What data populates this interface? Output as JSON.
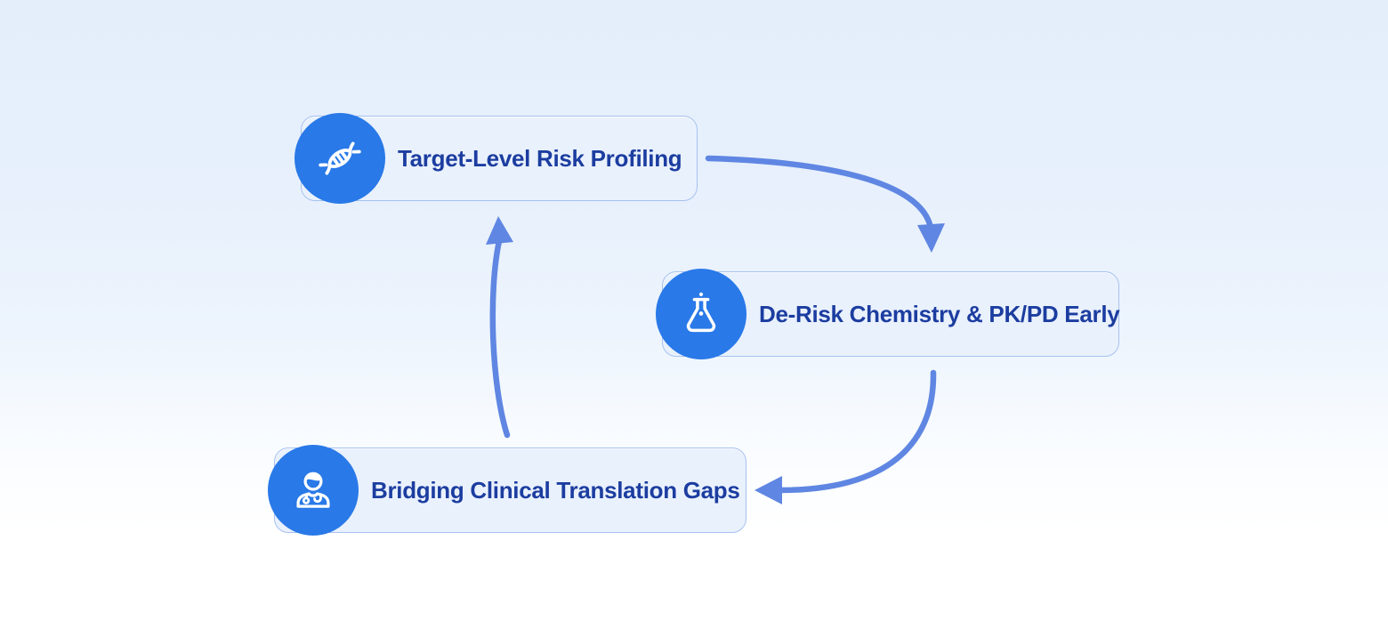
{
  "diagram": {
    "title": "",
    "nodes": [
      {
        "id": "target-risk",
        "label": "Target-Level Risk Profiling",
        "icon": "dna-icon"
      },
      {
        "id": "derisk-chem",
        "label": "De-Risk Chemistry & PK/PD Early",
        "icon": "flask-icon"
      },
      {
        "id": "clinical-gaps",
        "label": "Bridging Clinical Translation Gaps",
        "icon": "doctor-icon"
      }
    ],
    "edges": [
      {
        "from": "target-risk",
        "to": "derisk-chem"
      },
      {
        "from": "derisk-chem",
        "to": "clinical-gaps"
      },
      {
        "from": "clinical-gaps",
        "to": "target-risk"
      }
    ],
    "colors": {
      "icon_circle": "#2979e8",
      "icon_glyph": "#ffffff",
      "card_fill": "#e9f1fd",
      "card_border": "#a6c1ef",
      "label_text": "#1c3da0",
      "arrow": "#5f86e2",
      "background_top": "#e4eefb",
      "background_bottom": "#ffffff"
    }
  }
}
